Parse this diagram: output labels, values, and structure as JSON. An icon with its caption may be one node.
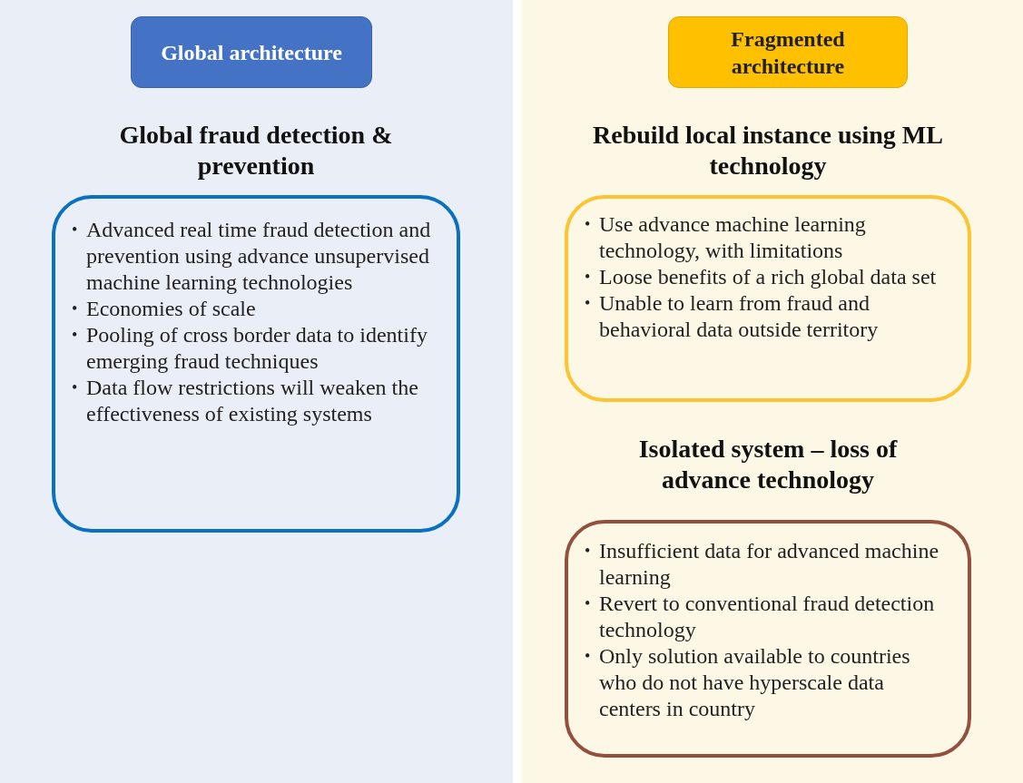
{
  "diagram": {
    "nodes": [
      {
        "text": [],
        "shape": "box"
      },
      {
        "text": [
          "Global architecture"
        ],
        "in": 0
      },
      {
        "text": [
          "Global fraud detection & prevention",
          "•",
          "Advanced real time fraud detection and prevention using advance unsupervised machine learning technologies",
          "Economies of scale",
          "Pooling of cross border data to identify emerging fraud techniques",
          "Data flow restrictions will weaken the effectiveness of existing systems"
        ],
        "in": 0
      },
      {
        "text": [],
        "shape": "box"
      },
      {
        "text": [
          "Fragmented architecture"
        ],
        "in": 3
      },
      {
        "text": [
          "Rebuild local instance using ML technology",
          "•",
          "Use advance machine learning technology, with limitations",
          "Loose benefits of a rich global data set",
          "Unable to learn from fraud and behavioral  data outside territory"
        ],
        "in": 3
      },
      {
        "text": [
          "Isolated system – loss of advance technology",
          "•",
          "Insufficient data for advanced machine learning",
          "Revert to conventional fraud detection technology",
          "Only solution available to countries who do not have hyperscale data centers in country"
        ],
        "in": 3
      }
    ]
  }
}
